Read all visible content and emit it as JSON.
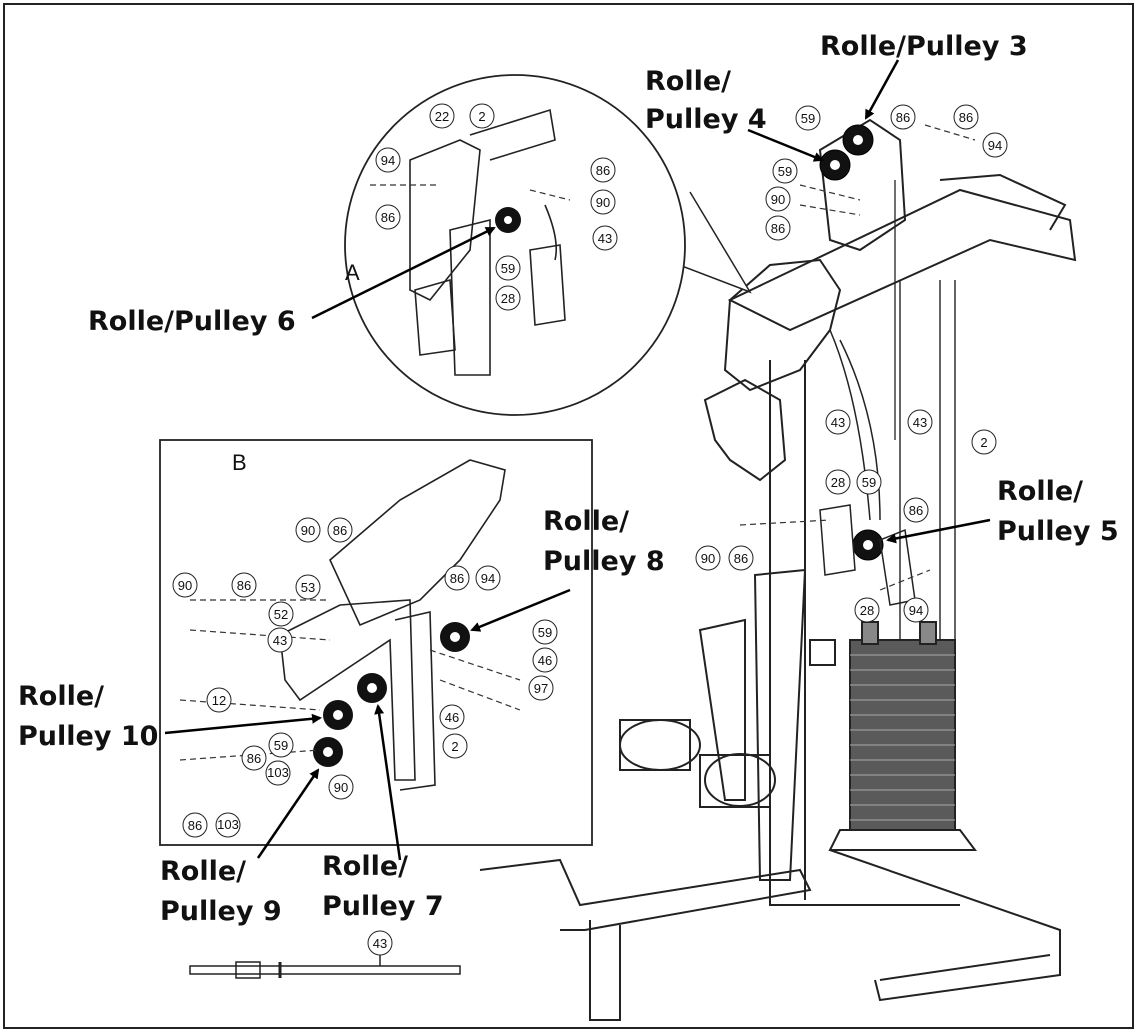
{
  "inset_a_tag": "A",
  "inset_b_tag": "B",
  "callouts": {
    "pulley3": [
      "Rolle/Pulley 3"
    ],
    "pulley4": [
      "Rolle/",
      "Pulley 4"
    ],
    "pulley5": [
      "Rolle/",
      "Pulley 5"
    ],
    "pulley6": [
      "Rolle/Pulley 6"
    ],
    "pulley7": [
      "Rolle/",
      "Pulley 7"
    ],
    "pulley8": [
      "Rolle/",
      "Pulley 8"
    ],
    "pulley9": [
      "Rolle/",
      "Pulley 9"
    ],
    "pulley10": [
      "Rolle/",
      "Pulley 10"
    ]
  },
  "parts": {
    "p22": "22",
    "p2": "2",
    "p94": "94",
    "p86": "86",
    "p90": "90",
    "p43": "43",
    "p59": "59",
    "p28": "28",
    "p53": "53",
    "p52": "52",
    "p12": "12",
    "p46": "46",
    "p97": "97",
    "p103": "103"
  }
}
